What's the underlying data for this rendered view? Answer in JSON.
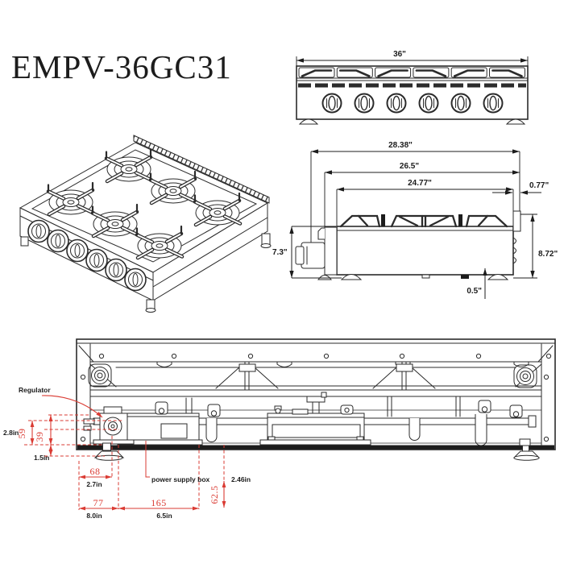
{
  "title": "EMPV-36GC31",
  "front": {
    "dim36": "36\""
  },
  "side": {
    "d2838": "28.38\"",
    "d265": "26.5\"",
    "d2477": "24.77\"",
    "d077": "0.77\"",
    "d73": "7.3\"",
    "d872": "8.72\"",
    "d05": "0.5\""
  },
  "bottom": {
    "regulator": "Regulator",
    "power": "power supply box",
    "mm59": "59",
    "mm39": "39",
    "mm68": "68",
    "mm77": "77",
    "mm165": "165",
    "mm625": "62.5",
    "in28": "2.8in",
    "in15": "1.5in",
    "in27": "2.7in",
    "in80": "8.0in",
    "in65": "6.5in",
    "in246": "2.46in"
  },
  "colors": {
    "line": "#2b2b2b",
    "red": "#da3b33",
    "background": "#ffffff"
  }
}
